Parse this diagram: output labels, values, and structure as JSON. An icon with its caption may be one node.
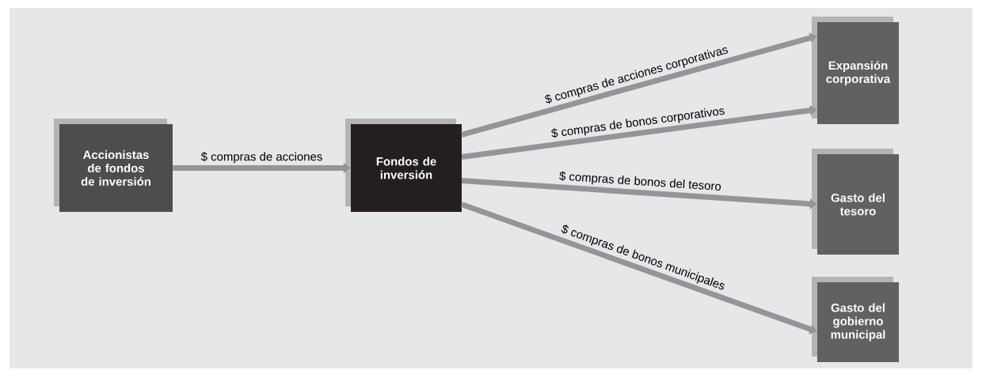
{
  "diagram": {
    "nodes": [
      {
        "text": [
          "Accionistas de fondos de inversión"
        ]
      },
      {
        "text": [
          "Fondos de inversión"
        ]
      },
      {
        "text": [
          "Expansión corporativa"
        ]
      },
      {
        "text": [
          "Gasto del tesoro"
        ]
      },
      {
        "text": [
          "Gasto del gobierno municipal"
        ]
      }
    ],
    "edges": [
      {
        "from": 0,
        "to": 1,
        "arrow": "to",
        "label": "$ compras de acciones"
      },
      {
        "from": 1,
        "to": 2,
        "arrow": "to",
        "label": "$ compras de acciones corporativas"
      },
      {
        "from": 1,
        "to": 2,
        "arrow": "to",
        "label": "$ compras de bonos corporativos"
      },
      {
        "from": 1,
        "to": 3,
        "arrow": "to",
        "label": "$ compras de bonos del tesoro"
      },
      {
        "from": 1,
        "to": 4,
        "arrow": "to",
        "label": "$ compras de bonos municipales"
      }
    ]
  }
}
